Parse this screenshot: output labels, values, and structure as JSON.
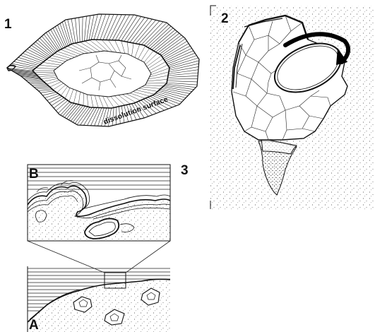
{
  "panels": [
    {
      "label": "1",
      "annotation": "dissolution surface"
    },
    {
      "label": "2"
    },
    {
      "label": "3",
      "sub_labels": [
        "B",
        "A"
      ]
    }
  ]
}
